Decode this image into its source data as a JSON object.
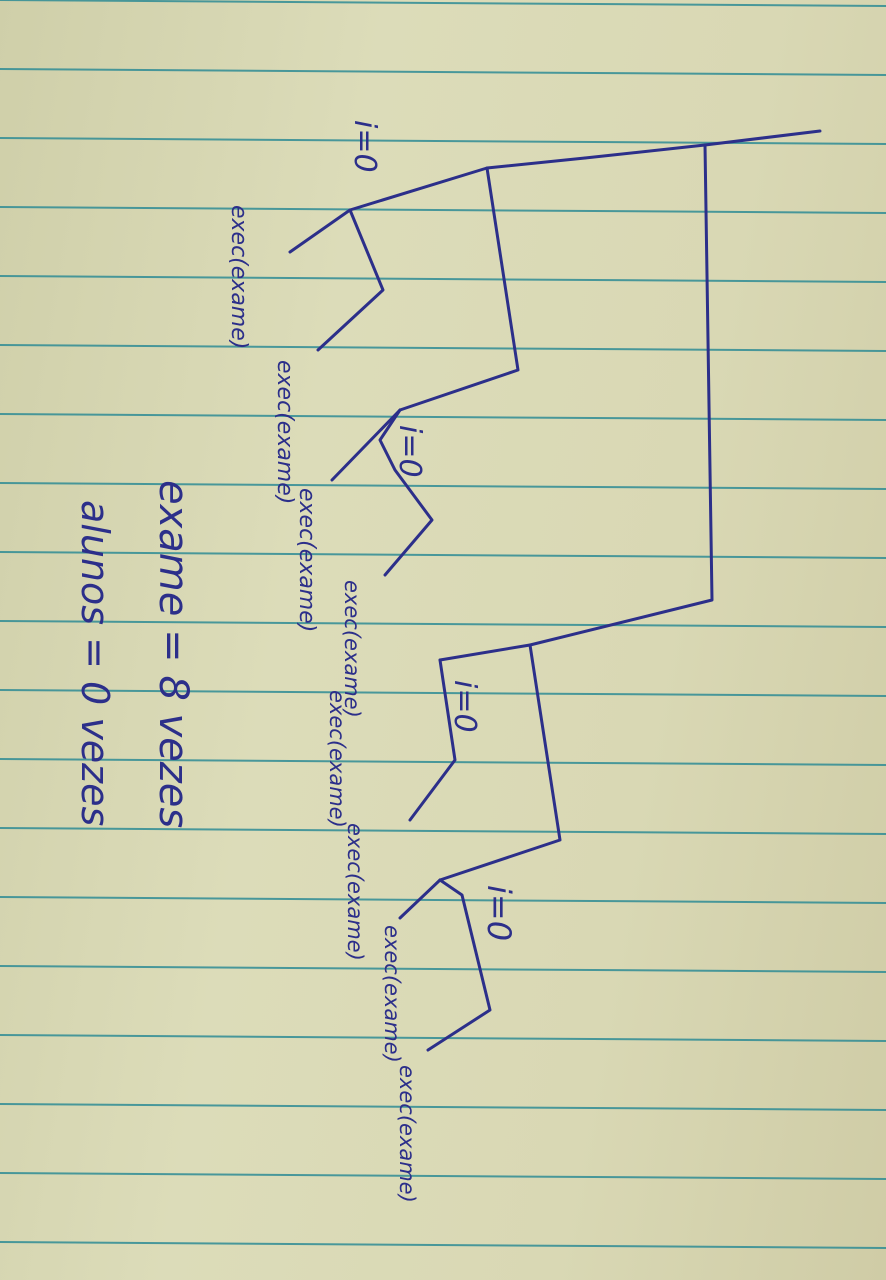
{
  "image": {
    "kind": "photo of handwritten notes on lined notebook paper (rotated 90 degrees)",
    "colors": {
      "paper": "#d8d7b2",
      "rule_line": "#2f8c95",
      "ink": "#2c2f8a"
    }
  },
  "tree": {
    "labels": {
      "i0_top": "i=0",
      "i0_mid": "i=0",
      "i0_low": "i=0",
      "i0_bottom": "i=0"
    },
    "leaves": [
      "exec(exame)",
      "exec(exame)",
      "exec(exame)",
      "exec(exame)",
      "exec(exame)",
      "exec(exame)",
      "exec(exame)",
      "exec(exame)"
    ]
  },
  "summary": {
    "exame": "exame = 8 vezes",
    "alunos": "alunos = 0 vezes"
  }
}
